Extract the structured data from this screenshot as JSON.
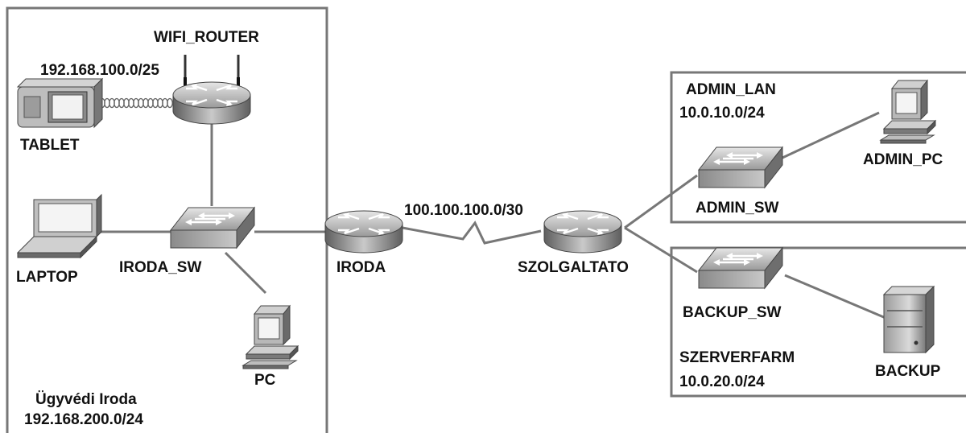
{
  "areas": {
    "office_title": "Ügyvédi Iroda",
    "office_net": "192.168.200.0/24",
    "admin_title": "ADMIN_LAN",
    "admin_net": "10.0.10.0/24",
    "server_title": "SZERVERFARM",
    "server_net": "10.0.20.0/24"
  },
  "devices": {
    "wifi_router": "WIFI_ROUTER",
    "tablet": "TABLET",
    "laptop": "LAPTOP",
    "iroda_sw": "IRODA_SW",
    "pc": "PC",
    "iroda": "IRODA",
    "szolgaltato": "SZOLGALTATO",
    "admin_sw": "ADMIN_SW",
    "admin_pc": "ADMIN_PC",
    "backup_sw": "BACKUP_SW",
    "backup": "BACKUP"
  },
  "links": {
    "wireless_net": "192.168.100.0/25",
    "wan_net": "100.100.100.0/30"
  },
  "colors": {
    "frame": "#777777",
    "link": "#777777",
    "device_dark": "#6e6e6e",
    "device_light": "#d8d8d8"
  }
}
